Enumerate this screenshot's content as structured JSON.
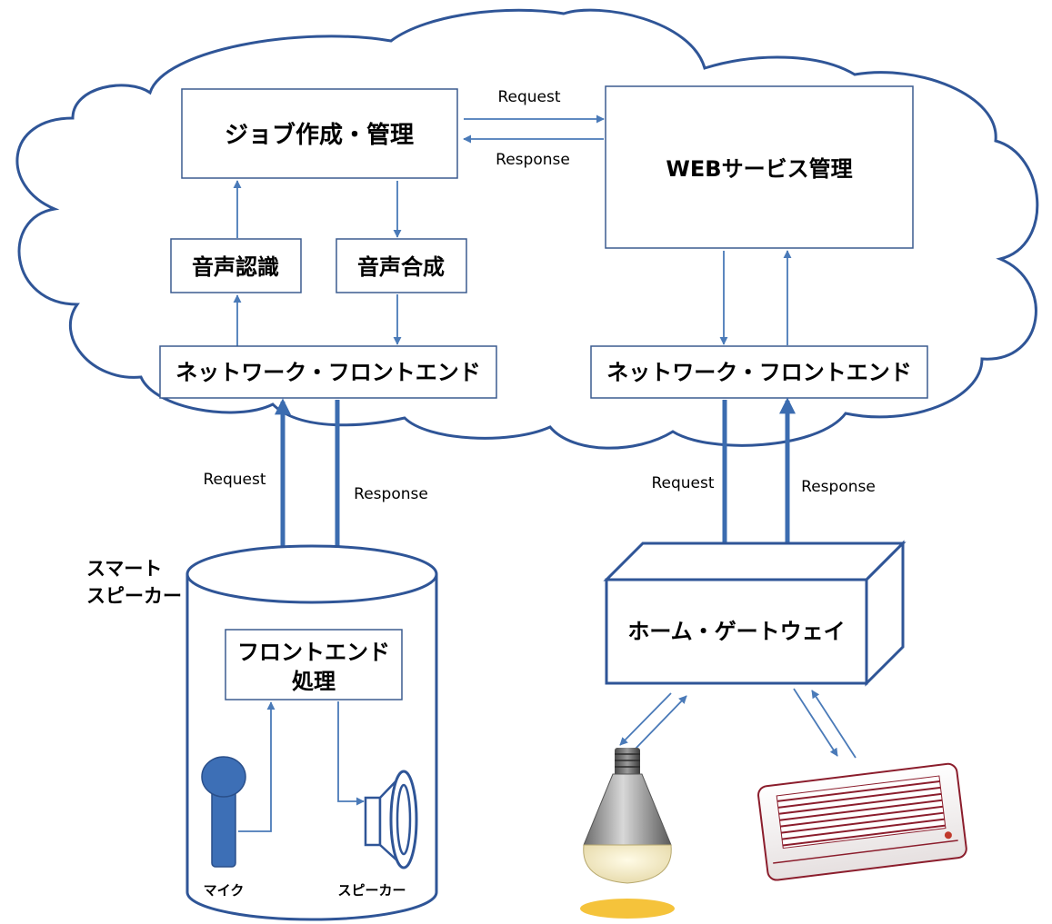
{
  "cloud": {
    "job_manager": "ジョブ作成・管理",
    "web_service_manager": "WEBサービス管理",
    "speech_recognition": "音声認識",
    "speech_synthesis": "音声合成",
    "network_frontend_left": "ネットワーク・フロントエンド",
    "network_frontend_right": "ネットワーク・フロントエンド",
    "request_top": "Request",
    "response_top": "Response"
  },
  "links": {
    "request_left": "Request",
    "response_left": "Response",
    "request_right": "Request",
    "response_right": "Response"
  },
  "smart_speaker": {
    "label_line1": "スマート",
    "label_line2": "スピーカー",
    "frontend_line1": "フロントエンド",
    "frontend_line2": "処理",
    "mic": "マイク",
    "speaker": "スピーカー"
  },
  "home_gateway": {
    "label": "ホーム・ゲートウェイ"
  },
  "colors": {
    "line": "#3b5b8f",
    "arrow": "#4a7ab8",
    "mic": "#3d6fb6",
    "bulb_glow": "#f5c33b",
    "ac_stripe": "#8b1d2c"
  },
  "icons": [
    "cloud-icon",
    "microphone-icon",
    "speaker-icon",
    "light-bulb-icon",
    "air-conditioner-icon"
  ]
}
